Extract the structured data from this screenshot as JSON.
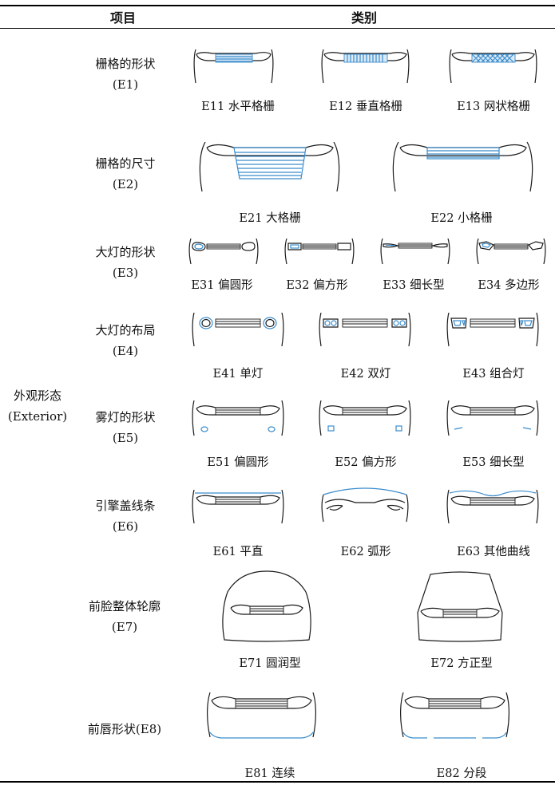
{
  "header": {
    "col_item": "项目",
    "col_class": "类别"
  },
  "main_category": {
    "name": "外观形态",
    "name_en": "(Exterior)"
  },
  "rows": [
    {
      "name": "栅格的形状",
      "code": "(E1)",
      "items": [
        "E11 水平格栅",
        "E12 垂直格栅",
        "E13 网状格栅"
      ]
    },
    {
      "name": "栅格的尺寸",
      "code": "(E2)",
      "items": [
        "E21 大格栅",
        "E22 小格栅"
      ]
    },
    {
      "name": "大灯的形状",
      "code": "(E3)",
      "items": [
        "E31 偏圆形",
        "E32 偏方形",
        "E33 细长型",
        "E34 多边形"
      ]
    },
    {
      "name": "大灯的布局",
      "code": "(E4)",
      "items": [
        "E41 单灯",
        "E42 双灯",
        "E43 组合灯"
      ]
    },
    {
      "name": "雾灯的形状",
      "code": "(E5)",
      "items": [
        "E51 偏圆形",
        "E52 偏方形",
        "E53 细长型"
      ]
    },
    {
      "name": "引擎盖线条",
      "code": "(E6)",
      "items": [
        "E61 平直",
        "E62 弧形",
        "E63 其他曲线"
      ]
    },
    {
      "name": "前脸整体轮廓",
      "code": "(E7)",
      "items": [
        "E71 圆润型",
        "E72 方正型"
      ]
    },
    {
      "name": "前唇形状(E8)",
      "code": "",
      "items": [
        "E81 连续",
        "E82 分段"
      ]
    }
  ],
  "colors": {
    "line": "#1a1a1a",
    "highlight": "#3a8ccc",
    "highlight_fill": "#dbeaf7"
  }
}
